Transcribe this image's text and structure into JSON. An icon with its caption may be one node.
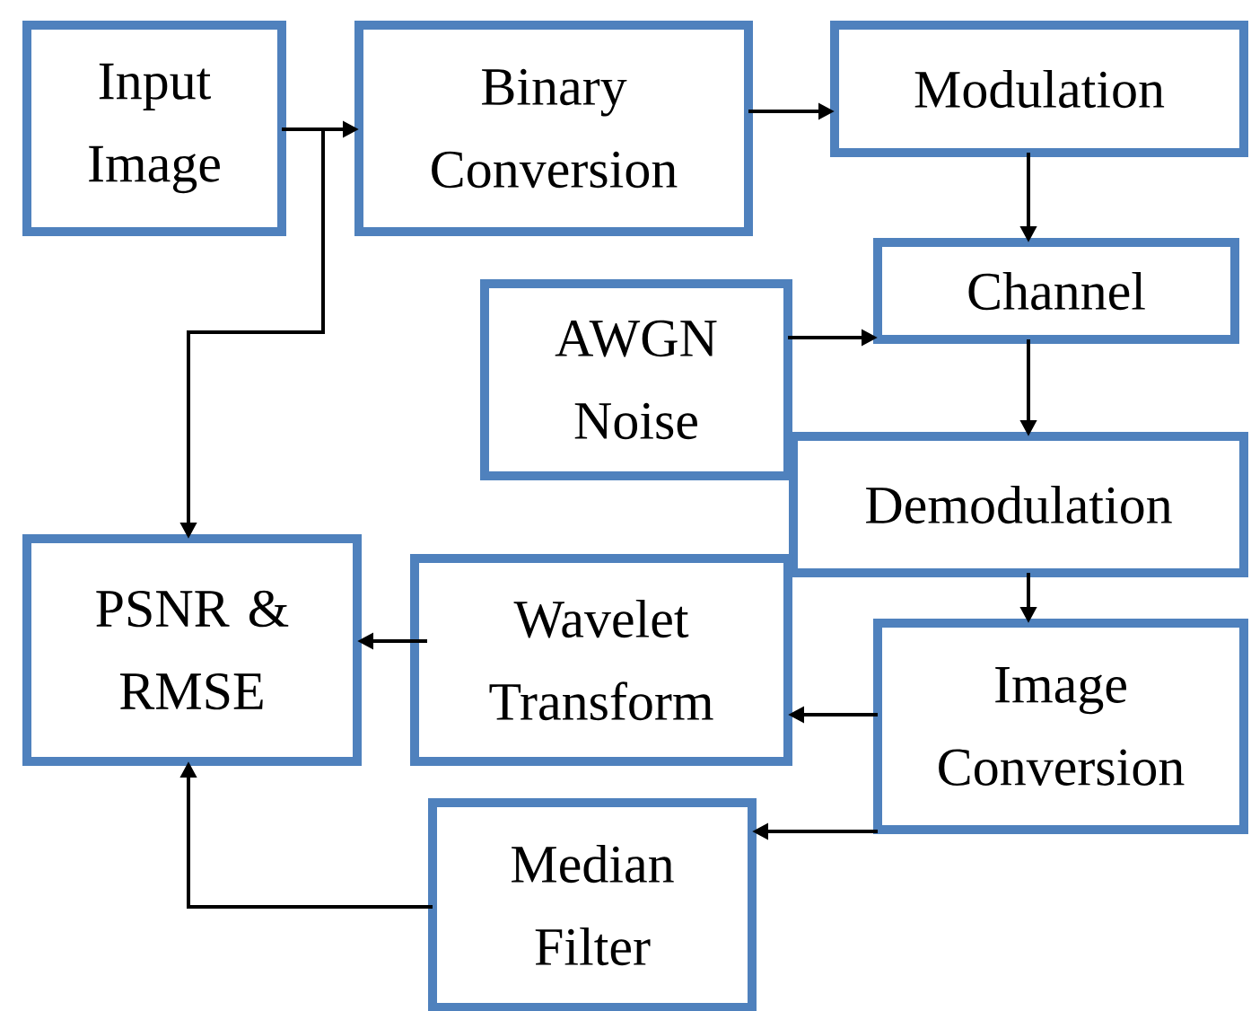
{
  "diagram": {
    "nodes": [
      {
        "text": [
          "Input Image"
        ]
      },
      {
        "text": [
          "Binary Conversion"
        ]
      },
      {
        "text": [
          "Modulation"
        ]
      },
      {
        "text": [
          "Channel"
        ]
      },
      {
        "text": [
          "AWGN Noise"
        ]
      },
      {
        "text": [
          "Demodulation"
        ]
      },
      {
        "text": [
          "PSNR & RMSE"
        ]
      },
      {
        "text": [
          "Wavelet Transform"
        ]
      },
      {
        "text": [
          "Image Conversion"
        ]
      },
      {
        "text": [
          "Median Filter"
        ]
      }
    ],
    "edges": [
      {
        "from": 0,
        "to": 1,
        "arrow": "to"
      },
      {
        "from": 0,
        "to": 6,
        "arrow": "to"
      },
      {
        "from": 1,
        "to": 2,
        "arrow": "to"
      },
      {
        "from": 2,
        "to": 3,
        "arrow": "to"
      },
      {
        "from": 4,
        "to": 3,
        "arrow": "to"
      },
      {
        "from": 3,
        "to": 5,
        "arrow": "to"
      },
      {
        "from": 5,
        "to": 8,
        "arrow": "to"
      },
      {
        "from": 8,
        "to": 7,
        "arrow": "to"
      },
      {
        "from": 8,
        "to": 9,
        "arrow": "to"
      },
      {
        "from": 7,
        "to": 6,
        "arrow": "to"
      },
      {
        "from": 9,
        "to": 6,
        "arrow": "to"
      }
    ]
  }
}
